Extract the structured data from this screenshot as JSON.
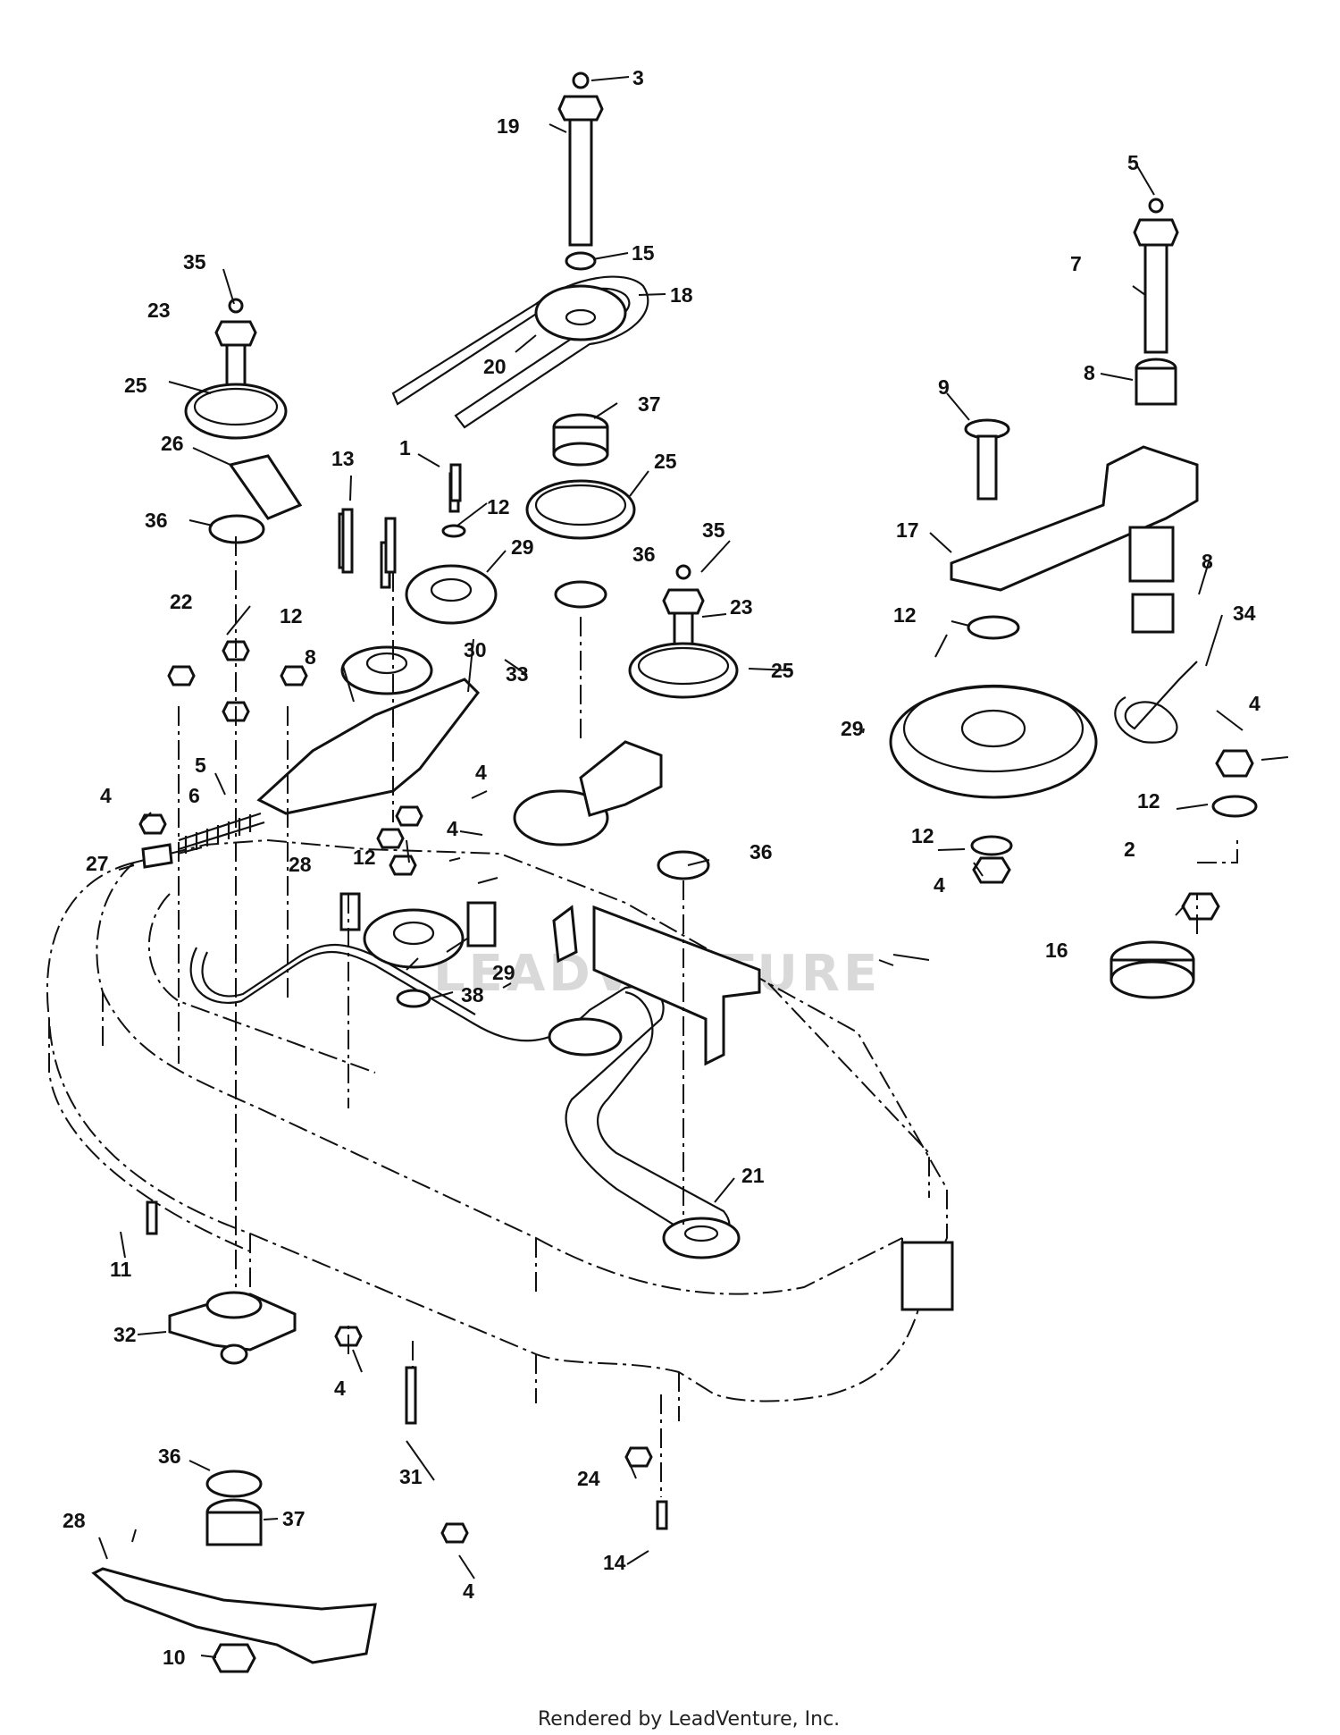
{
  "diagram": {
    "callouts": [
      {
        "id": "c1",
        "text": "3"
      },
      {
        "id": "c2",
        "text": "19"
      },
      {
        "id": "c3",
        "text": "5"
      },
      {
        "id": "c4",
        "text": "15"
      },
      {
        "id": "c5",
        "text": "18"
      },
      {
        "id": "c6",
        "text": "35"
      },
      {
        "id": "c7",
        "text": "7"
      },
      {
        "id": "c8",
        "text": "23"
      },
      {
        "id": "c9",
        "text": "20"
      },
      {
        "id": "c10",
        "text": "8"
      },
      {
        "id": "c11",
        "text": "25"
      },
      {
        "id": "c12",
        "text": "37"
      },
      {
        "id": "c13",
        "text": "9"
      },
      {
        "id": "c14",
        "text": "26"
      },
      {
        "id": "c15",
        "text": "1"
      },
      {
        "id": "c16",
        "text": "13"
      },
      {
        "id": "c17",
        "text": "25"
      },
      {
        "id": "c18",
        "text": "12"
      },
      {
        "id": "c19",
        "text": "36"
      },
      {
        "id": "c20",
        "text": "17"
      },
      {
        "id": "c21",
        "text": "35"
      },
      {
        "id": "c22",
        "text": "29"
      },
      {
        "id": "c23",
        "text": "36"
      },
      {
        "id": "c24",
        "text": "8"
      },
      {
        "id": "c25",
        "text": "22"
      },
      {
        "id": "c26",
        "text": "23"
      },
      {
        "id": "c27",
        "text": "12"
      },
      {
        "id": "c28",
        "text": "34"
      },
      {
        "id": "c29",
        "text": "12"
      },
      {
        "id": "c30",
        "text": "30"
      },
      {
        "id": "c31",
        "text": "8"
      },
      {
        "id": "c32",
        "text": "33"
      },
      {
        "id": "c33",
        "text": "25"
      },
      {
        "id": "c34",
        "text": "29"
      },
      {
        "id": "c35",
        "text": "4"
      },
      {
        "id": "c36",
        "text": "5"
      },
      {
        "id": "c37",
        "text": "4"
      },
      {
        "id": "c38",
        "text": "4"
      },
      {
        "id": "c39",
        "text": "6"
      },
      {
        "id": "c40",
        "text": "12"
      },
      {
        "id": "c41",
        "text": "4"
      },
      {
        "id": "c42",
        "text": "36"
      },
      {
        "id": "c43",
        "text": "12"
      },
      {
        "id": "c44",
        "text": "27"
      },
      {
        "id": "c45",
        "text": "12"
      },
      {
        "id": "c46",
        "text": "28"
      },
      {
        "id": "c47",
        "text": "4"
      },
      {
        "id": "c48",
        "text": "2"
      },
      {
        "id": "c49",
        "text": "29"
      },
      {
        "id": "c50",
        "text": "16"
      },
      {
        "id": "c51",
        "text": "38"
      },
      {
        "id": "c52",
        "text": "21"
      },
      {
        "id": "c53",
        "text": "11"
      },
      {
        "id": "c54",
        "text": "32"
      },
      {
        "id": "c55",
        "text": "4"
      },
      {
        "id": "c56",
        "text": "31"
      },
      {
        "id": "c57",
        "text": "36"
      },
      {
        "id": "c58",
        "text": "24"
      },
      {
        "id": "c59",
        "text": "37"
      },
      {
        "id": "c60",
        "text": "28"
      },
      {
        "id": "c61",
        "text": "14"
      },
      {
        "id": "c62",
        "text": "4"
      },
      {
        "id": "c63",
        "text": "10"
      }
    ],
    "watermark": "LEADVENTURE",
    "footer": "Rendered by LeadVenture, Inc."
  }
}
